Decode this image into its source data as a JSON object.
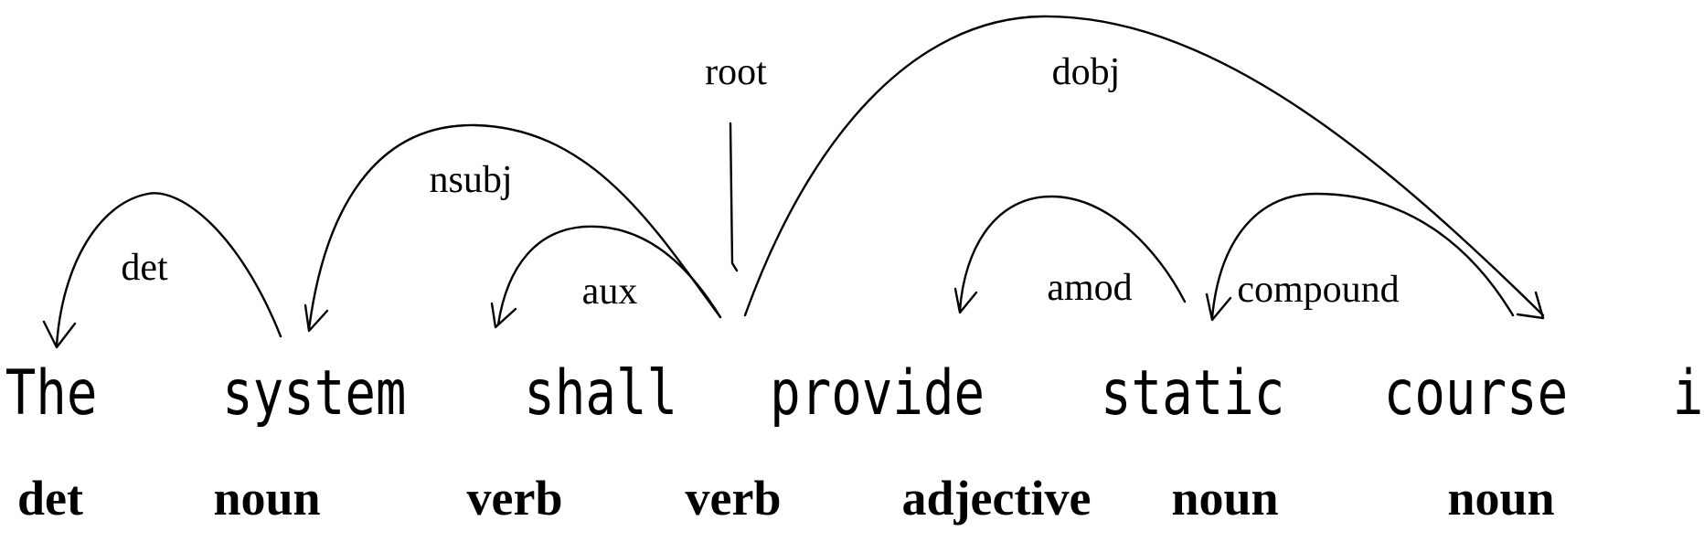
{
  "tokens": [
    {
      "word": "The",
      "pos": "det"
    },
    {
      "word": "system",
      "pos": "noun"
    },
    {
      "word": "shall",
      "pos": "verb"
    },
    {
      "word": "provide",
      "pos": "verb"
    },
    {
      "word": "static",
      "pos": "adjective"
    },
    {
      "word": "course",
      "pos": "noun"
    },
    {
      "word": "information",
      "pos": "noun"
    }
  ],
  "relations": [
    {
      "label": "det",
      "head": "system",
      "dependent": "The"
    },
    {
      "label": "nsubj",
      "head": "provide",
      "dependent": "system"
    },
    {
      "label": "aux",
      "head": "provide",
      "dependent": "shall"
    },
    {
      "label": "root",
      "head": "",
      "dependent": "provide"
    },
    {
      "label": "dobj",
      "head": "provide",
      "dependent": "information"
    },
    {
      "label": "amod",
      "head": "course",
      "dependent": "static"
    },
    {
      "label": "compound",
      "head": "information",
      "dependent": "course"
    }
  ]
}
